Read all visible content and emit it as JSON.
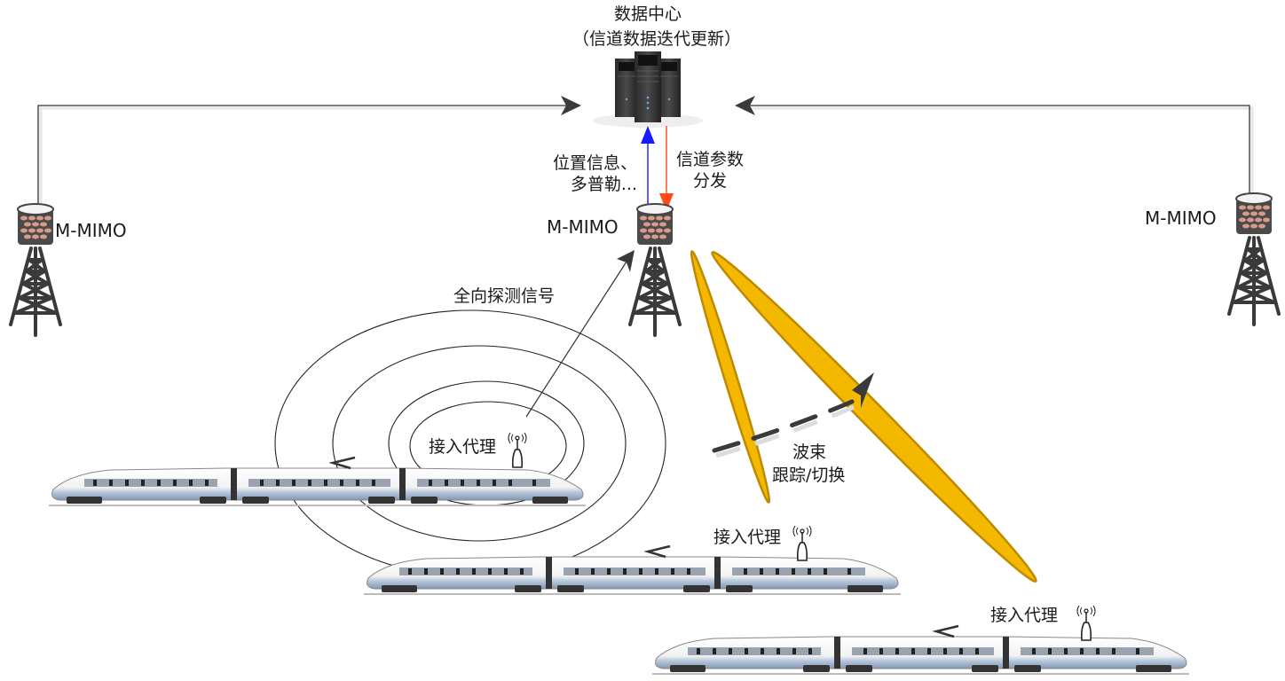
{
  "data_center": {
    "title": "数据中心",
    "subtitle": "（信道数据迭代更新）",
    "icon": "server-rack-icon"
  },
  "uplink": {
    "label_line1": "位置信息、",
    "label_line2": "多普勒...",
    "color": "#1a1aff"
  },
  "downlink": {
    "label_line1": "信道参数",
    "label_line2": "分发",
    "color": "#ff4a1a"
  },
  "base_stations": [
    {
      "id": "left",
      "label": "M-MIMO"
    },
    {
      "id": "center",
      "label": "M-MIMO"
    },
    {
      "id": "right",
      "label": "M-MIMO"
    }
  ],
  "probe_signal": {
    "label": "全向探测信号"
  },
  "beam": {
    "label_line1": "波束",
    "label_line2": "跟踪/切换",
    "color": "#f5b800",
    "edge_color": "#c08a00"
  },
  "trains": [
    {
      "id": "train-1",
      "agent_label": "接入代理"
    },
    {
      "id": "train-2",
      "agent_label": "接入代理"
    },
    {
      "id": "train-3",
      "agent_label": "接入代理"
    }
  ],
  "colors": {
    "line": "#333333",
    "tower": "#3a3a3a",
    "array_cell": "#d99a8a"
  }
}
